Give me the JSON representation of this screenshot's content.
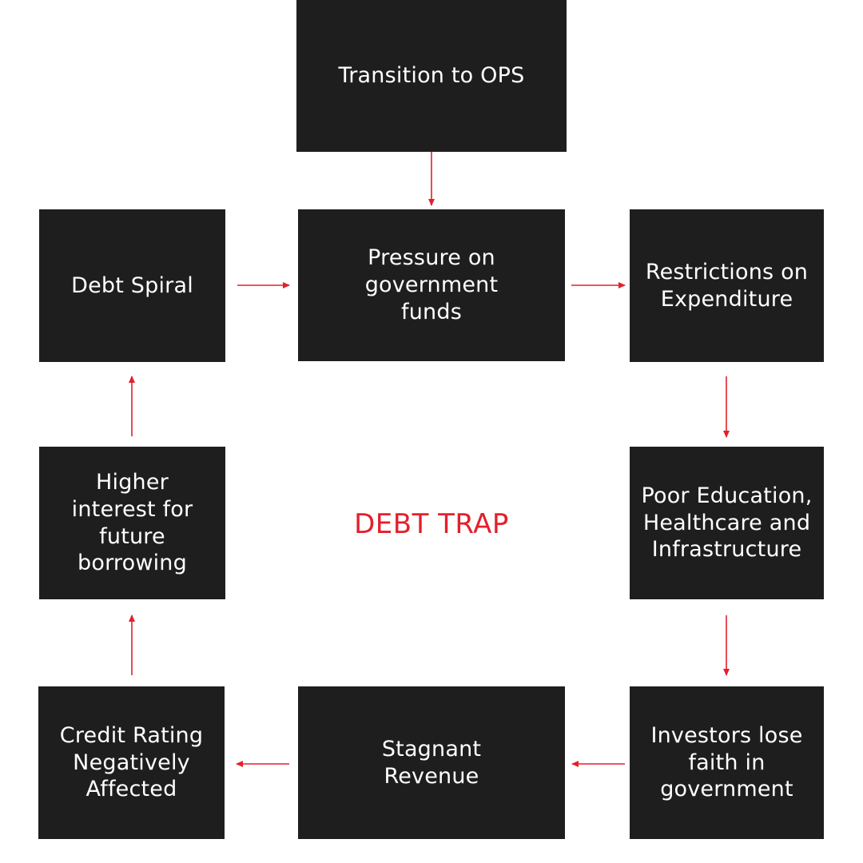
{
  "accent_color": "#e3202c",
  "box_color": "#1e1e1e",
  "center_label": "DEBT TRAP",
  "nodes": [
    {
      "id": "transition",
      "label": "Transition to OPS"
    },
    {
      "id": "pressure",
      "label": "Pressure on government funds"
    },
    {
      "id": "restrictions",
      "label": "Restrictions on Expenditure"
    },
    {
      "id": "poor",
      "label": "Poor Education, Healthcare and Infrastructure"
    },
    {
      "id": "investors",
      "label": "Investors lose faith in government"
    },
    {
      "id": "stagnant",
      "label": "Stagnant Revenue"
    },
    {
      "id": "credit",
      "label": "Credit Rating Negatively Affected"
    },
    {
      "id": "higher",
      "label": "Higher interest for future borrowing"
    },
    {
      "id": "spiral",
      "label": "Debt Spiral"
    }
  ],
  "edges": [
    {
      "from": "transition",
      "to": "pressure"
    },
    {
      "from": "pressure",
      "to": "restrictions"
    },
    {
      "from": "restrictions",
      "to": "poor"
    },
    {
      "from": "poor",
      "to": "investors"
    },
    {
      "from": "investors",
      "to": "stagnant"
    },
    {
      "from": "stagnant",
      "to": "credit"
    },
    {
      "from": "credit",
      "to": "higher"
    },
    {
      "from": "higher",
      "to": "spiral"
    },
    {
      "from": "spiral",
      "to": "pressure"
    }
  ]
}
